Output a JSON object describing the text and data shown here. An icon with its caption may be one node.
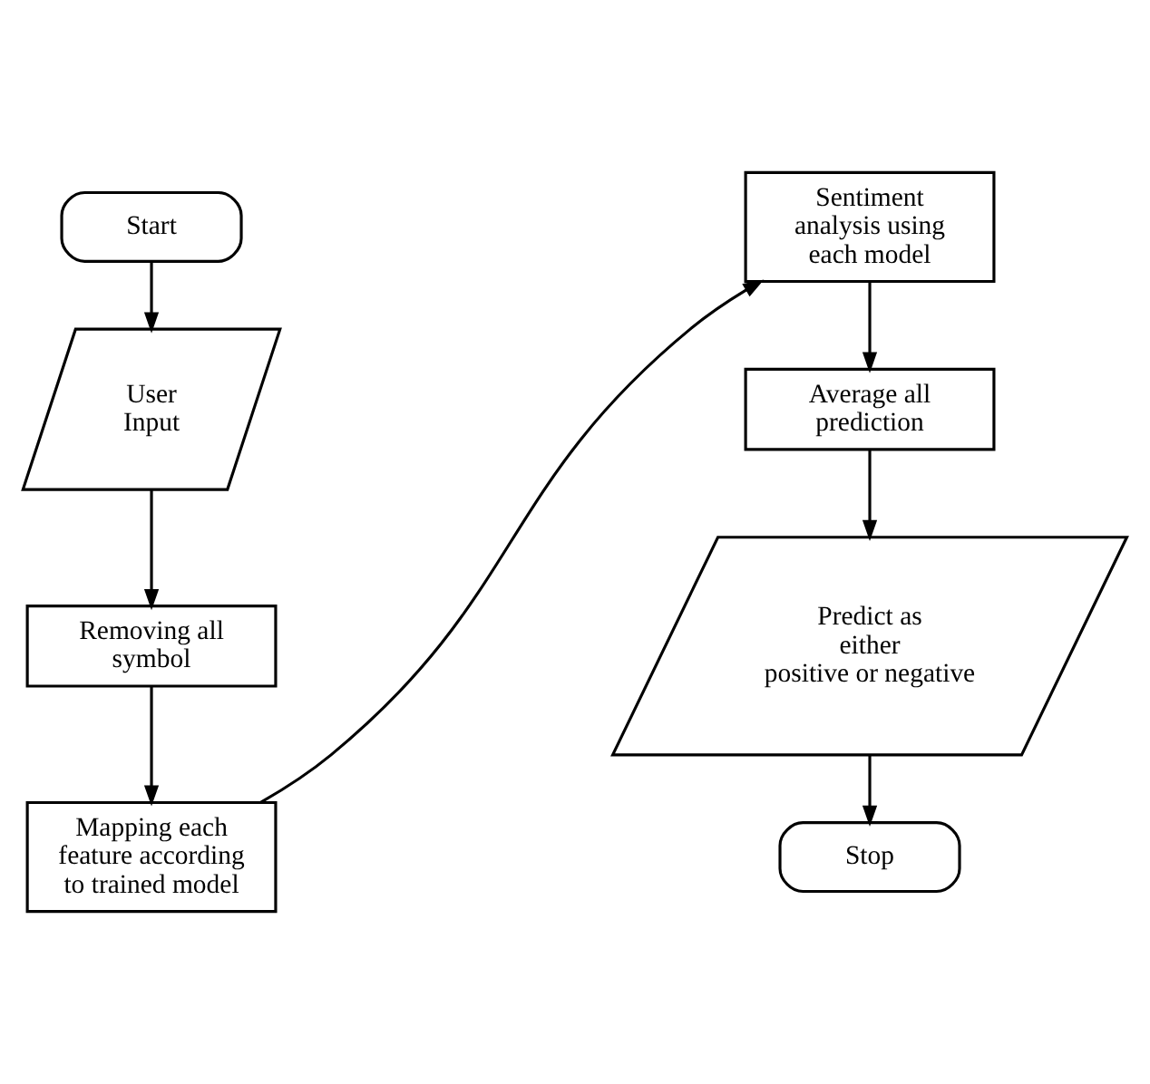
{
  "diagram": {
    "nodes": [
      {
        "text": [
          "Start"
        ]
      },
      {
        "text": [
          "User Input"
        ]
      },
      {
        "text": [
          "Removing all symbol"
        ]
      },
      {
        "text": [
          "Mapping each feature according to trained model"
        ]
      },
      {
        "text": [
          "Sentiment analysis using each model"
        ]
      },
      {
        "text": [
          "Average all prediction"
        ]
      },
      {
        "text": [
          "Predict as either positive or negative"
        ]
      },
      {
        "text": [
          "Stop"
        ]
      }
    ],
    "edges": [
      {
        "from": 0,
        "to": 1,
        "arrow": "to"
      },
      {
        "from": 1,
        "to": 2,
        "arrow": "to"
      },
      {
        "from": 2,
        "to": 3,
        "arrow": "to"
      },
      {
        "from": 3,
        "to": 4,
        "arrow": "to"
      },
      {
        "from": 4,
        "to": 5,
        "arrow": "to"
      },
      {
        "from": 5,
        "to": 6,
        "arrow": "to"
      },
      {
        "from": 6,
        "to": 7,
        "arrow": "to"
      }
    ]
  }
}
